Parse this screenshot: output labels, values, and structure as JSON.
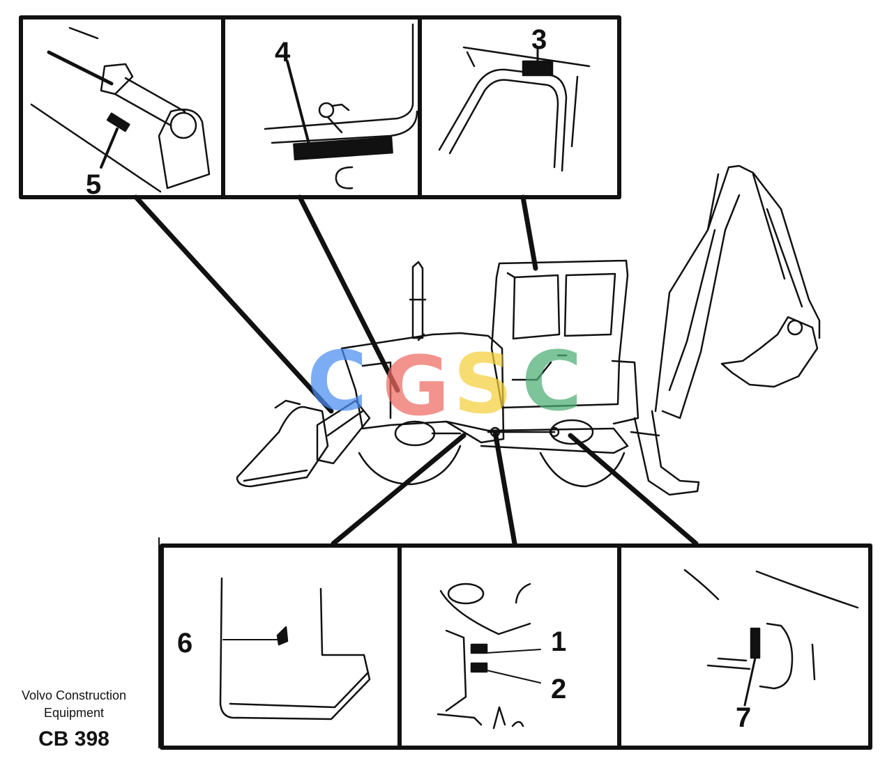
{
  "callouts": {
    "c1": "1",
    "c2": "2",
    "c3": "3",
    "c4": "4",
    "c5": "5",
    "c6": "6",
    "c7": "7"
  },
  "watermark": {
    "letters": [
      "C",
      "G",
      "S",
      "C"
    ],
    "colors": [
      "#4a8df0",
      "#ef6a64",
      "#f5cf3d",
      "#4cae74"
    ]
  },
  "caption": {
    "maker_line1": "Volvo Construction",
    "maker_line2": "Equipment",
    "code": "CB 398"
  },
  "colors": {
    "ink": "#111111",
    "paper": "#ffffff"
  }
}
